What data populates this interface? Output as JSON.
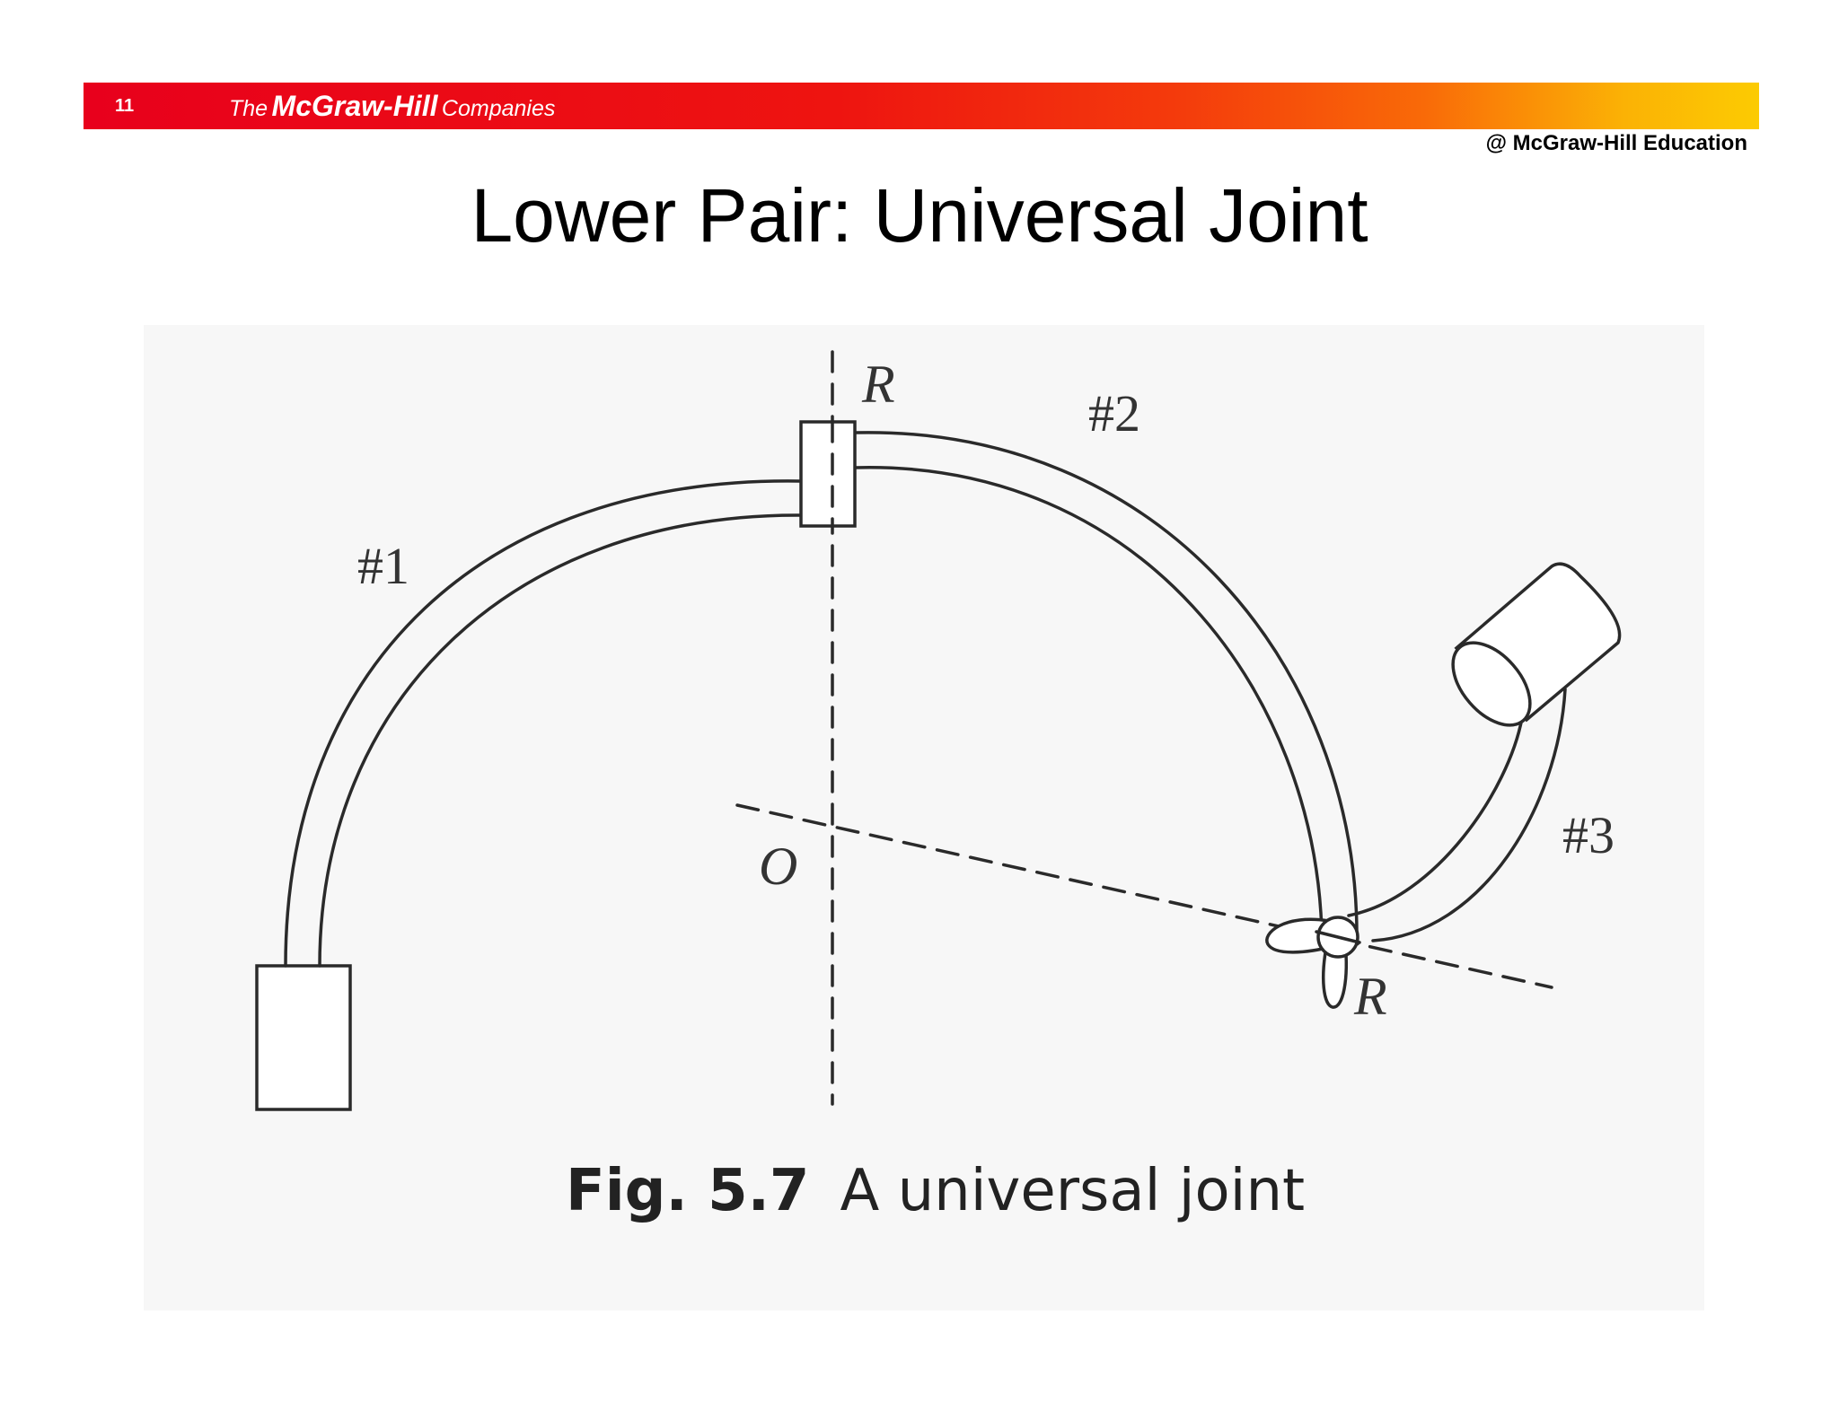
{
  "header": {
    "slide_number": "11",
    "brand_the": "The",
    "brand_name": "McGraw-Hill",
    "brand_companies": "Companies",
    "copyright": "@ McGraw-Hill Education",
    "banner_colors": [
      "#e8001c",
      "#f96a08",
      "#fccb02"
    ]
  },
  "title": "Lower Pair: Universal Joint",
  "diagram": {
    "labels": {
      "link1": "#1",
      "link2": "#2",
      "link3": "#3",
      "joint_top": "R",
      "joint_bottom": "R",
      "origin": "O"
    }
  },
  "caption": {
    "figure_number": "Fig. 5.7",
    "text": "A universal joint"
  }
}
